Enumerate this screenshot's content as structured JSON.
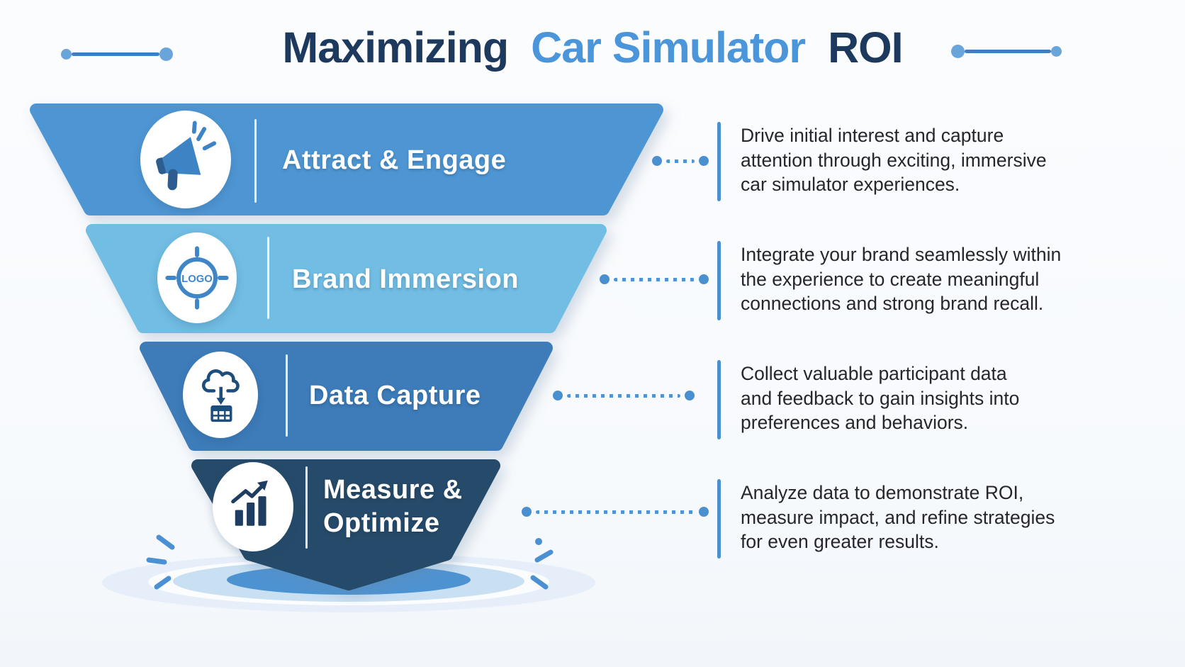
{
  "title": {
    "part1": "Maximizing",
    "part2": "Car Simulator",
    "part3": "ROI"
  },
  "stages": [
    {
      "label": "Attract & Engage",
      "icon": "megaphone-icon",
      "description_lines": [
        "Drive initial interest and capture",
        "attention through exciting, immersive",
        "car simulator experiences."
      ]
    },
    {
      "label": "Brand Immersion",
      "icon": "logo-target-icon",
      "icon_text": "LOGO",
      "description_lines": [
        "Integrate your brand seamlessly within",
        "the experience to create meaningful",
        "connections and strong brand recall."
      ]
    },
    {
      "label": "Data Capture",
      "icon": "cloud-download-table-icon",
      "description_lines": [
        "Collect valuable participant data",
        "and feedback to gain insights into",
        "preferences and behaviors."
      ]
    },
    {
      "label": "Measure & Optimize",
      "icon": "growth-chart-icon",
      "description_lines": [
        "Analyze data to demonstrate ROI,",
        "measure impact, and refine strategies",
        "for even greater results."
      ]
    }
  ],
  "colors": {
    "stage1": "#4e96d3",
    "stage2": "#71bde3",
    "stage3": "#3d7cb9",
    "stage4": "#264a69",
    "title_navy": "#1d3a5e",
    "title_blue": "#4b95db",
    "accent": "#4a90d0",
    "description_text": "#26262d",
    "ripple_outer": "#e6eff9",
    "ripple_mid": "#c9e0f3",
    "ripple_inner": "#4d93d2"
  }
}
